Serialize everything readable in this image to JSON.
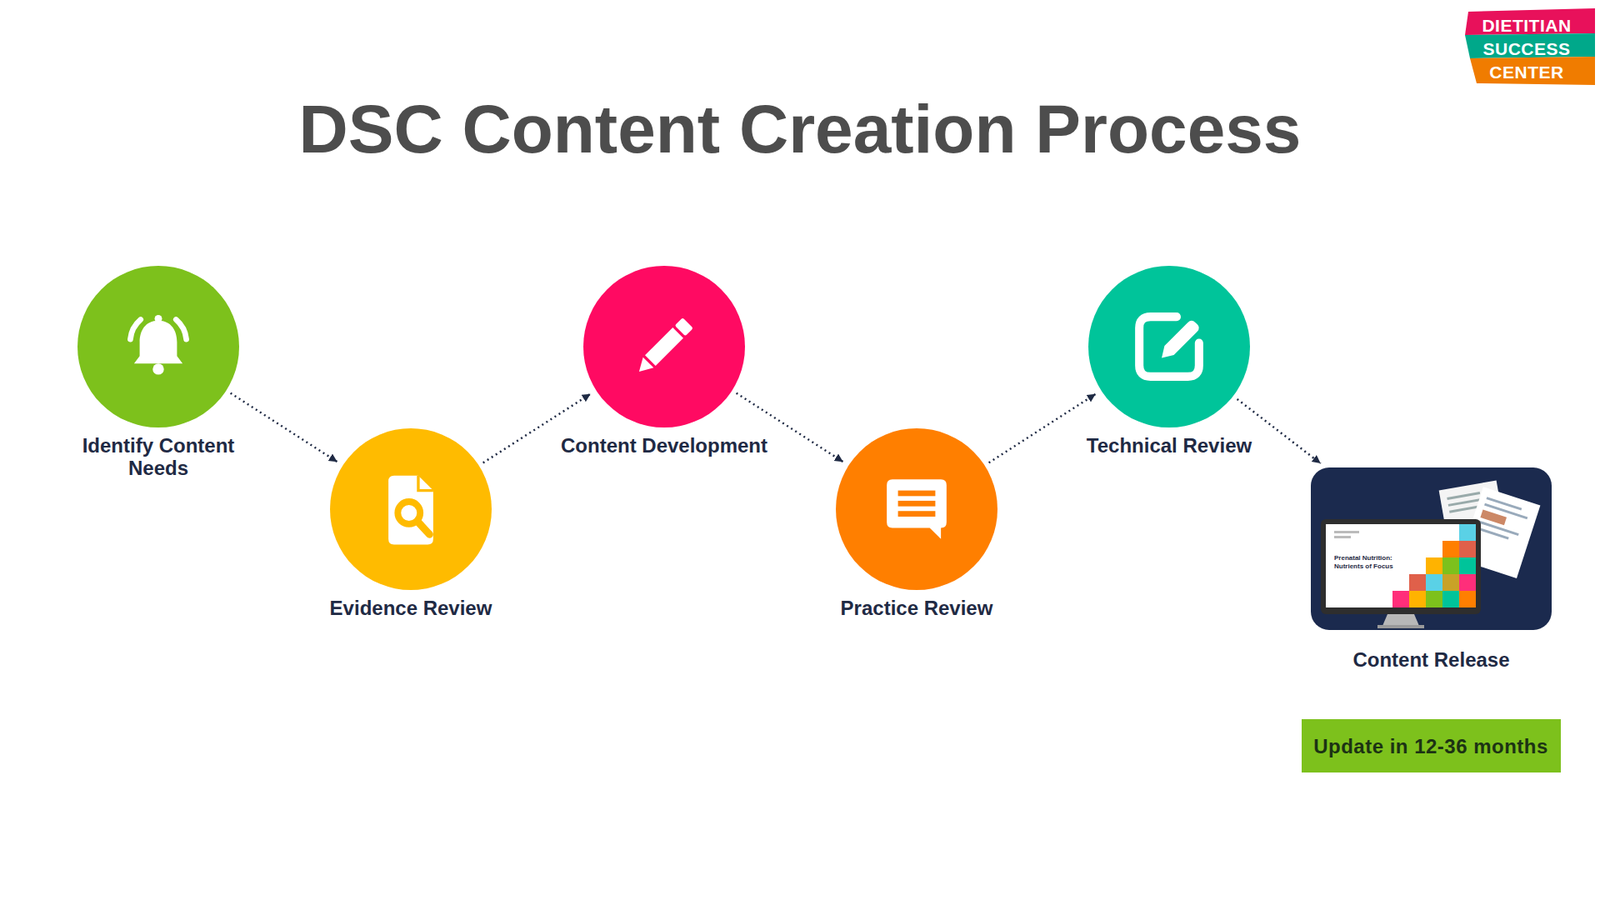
{
  "diagram": {
    "title": "DSC Content Creation Process",
    "nodes": [
      {
        "text": [
          "Identify Content Needs"
        ]
      },
      {
        "text": [
          "Evidence Review"
        ]
      },
      {
        "text": [
          "Content Development"
        ]
      },
      {
        "text": [
          "Practice Review"
        ]
      },
      {
        "text": [
          "Technical Review"
        ]
      },
      {
        "text": [
          "Content Release"
        ]
      },
      {
        "text": [
          "Update in 12-36 months"
        ]
      }
    ],
    "edges": [
      {
        "from": 0,
        "to": 1,
        "arrow": "to"
      },
      {
        "from": 1,
        "to": 2,
        "arrow": "to"
      },
      {
        "from": 2,
        "to": 3,
        "arrow": "to"
      },
      {
        "from": 3,
        "to": 4,
        "arrow": "to"
      },
      {
        "from": 4,
        "to": 5,
        "arrow": "to"
      }
    ],
    "labels": [
      "DIETITIAN SUCCESS CENTER",
      "Prenatal Nutrition: Nutrients of Focus"
    ]
  }
}
